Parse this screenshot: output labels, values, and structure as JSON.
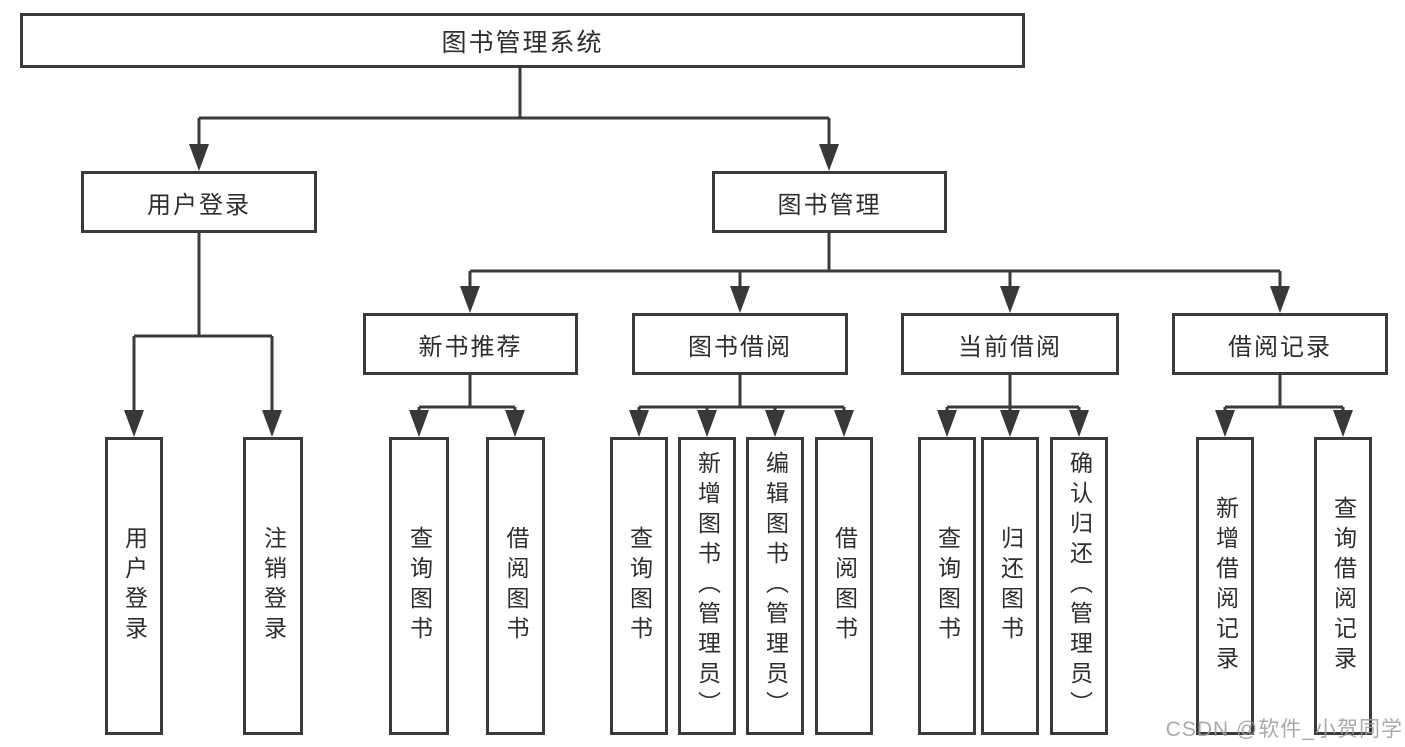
{
  "tree": {
    "label": "图书管理系统",
    "children": [
      {
        "label": "用户登录",
        "children": [
          {
            "label": "用户登录"
          },
          {
            "label": "注销登录"
          }
        ]
      },
      {
        "label": "图书管理",
        "children": [
          {
            "label": "新书推荐",
            "children": [
              {
                "label": "查询图书"
              },
              {
                "label": "借阅图书"
              }
            ]
          },
          {
            "label": "图书借阅",
            "children": [
              {
                "label": "查询图书"
              },
              {
                "label": "新增图书（管理员）"
              },
              {
                "label": "编辑图书（管理员）"
              },
              {
                "label": "借阅图书"
              }
            ]
          },
          {
            "label": "当前借阅",
            "children": [
              {
                "label": "查询图书"
              },
              {
                "label": "归还图书"
              },
              {
                "label": "确认归还（管理员）"
              }
            ]
          },
          {
            "label": "借阅记录",
            "children": [
              {
                "label": "新增借阅记录"
              },
              {
                "label": "查询借阅记录"
              }
            ]
          }
        ]
      }
    ]
  },
  "watermark": {
    "text": "CSDN @软件_小贺同学"
  },
  "colors": {
    "line": "#3a3a3a",
    "text": "#2e2e2e",
    "background": "#ffffff",
    "watermark": "#9e9e9e"
  }
}
